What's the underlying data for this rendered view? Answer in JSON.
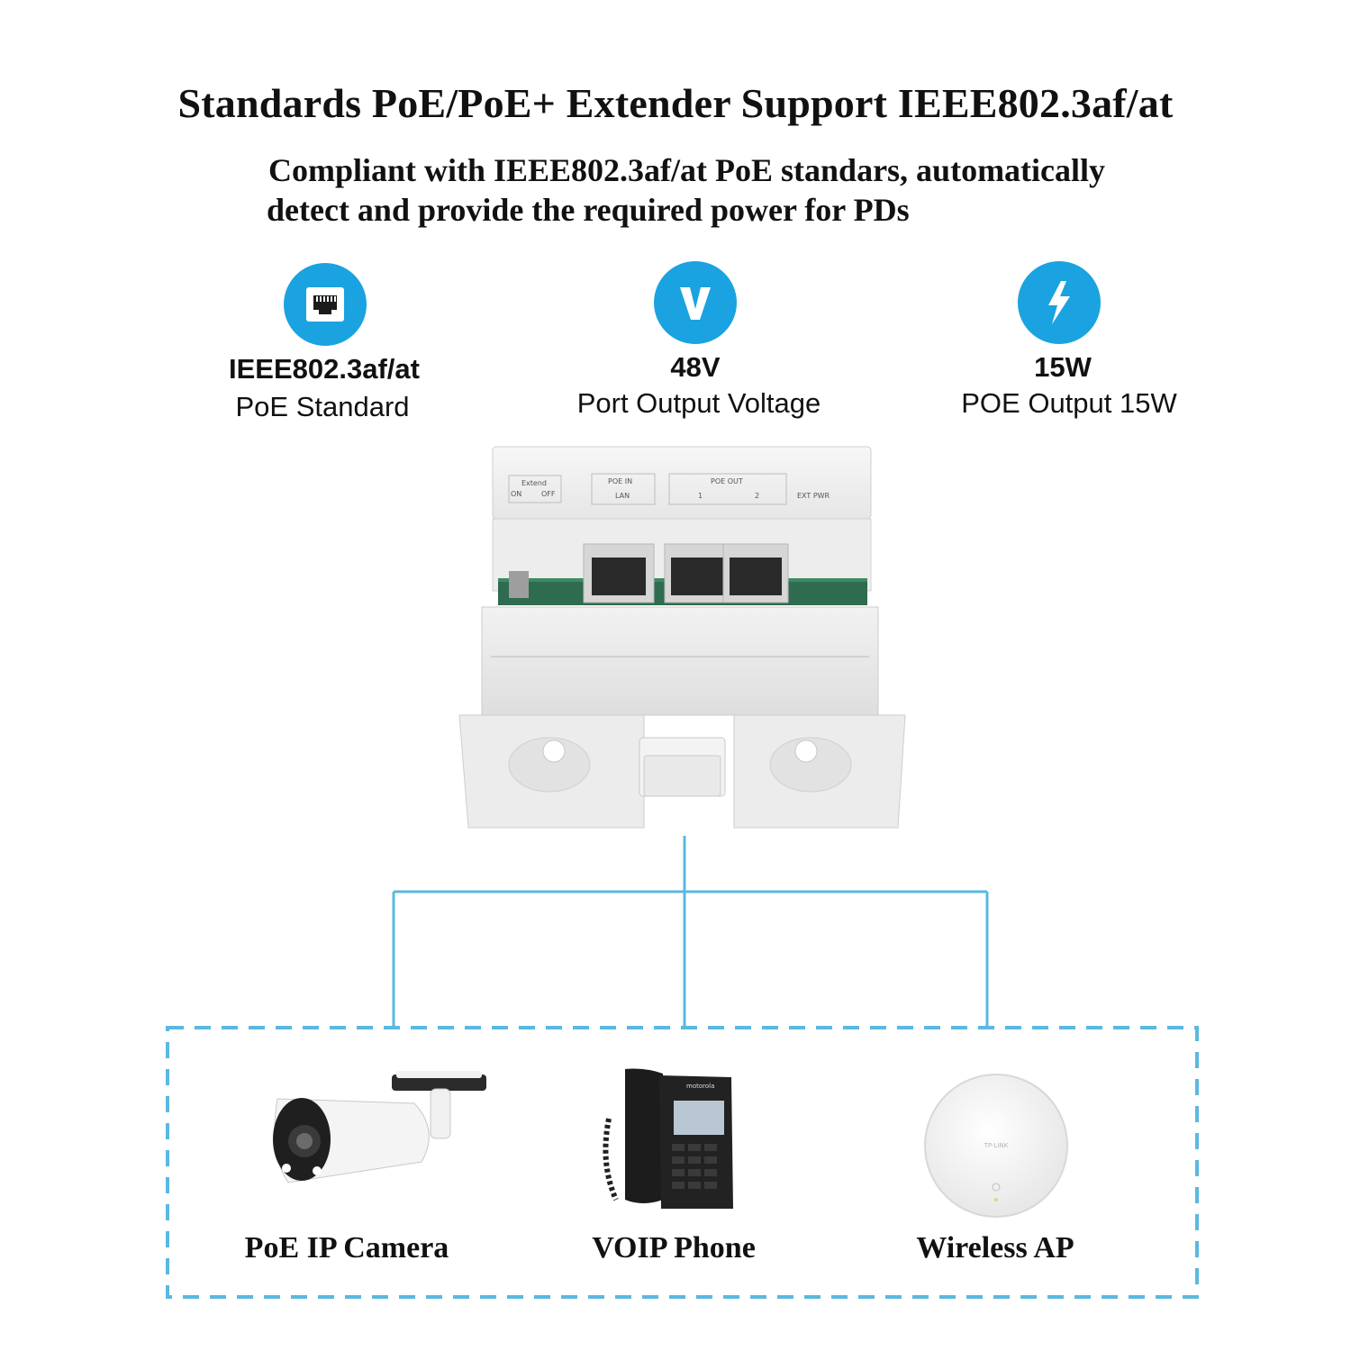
{
  "header": {
    "title": "Standards PoE/PoE+ Extender Support IEEE802.3af/at",
    "subtitle_line1": "Compliant with IEEE802.3af/at PoE standars, automatically",
    "subtitle_line2": "detect and provide the required power for PDs"
  },
  "features": [
    {
      "icon": "ethernet-port-icon",
      "heading": "IEEE802.3af/at",
      "desc": "PoE Standard"
    },
    {
      "icon": "voltage-v-icon",
      "heading": "48V",
      "desc": "Port Output Voltage"
    },
    {
      "icon": "lightning-bolt-icon",
      "heading": "15W",
      "desc": "POE Output 15W"
    }
  ],
  "device_panel": {
    "extend_label": "Extend",
    "on_label": "ON",
    "off_label": "OFF",
    "poe_in_label": "POE IN",
    "lan_label": "LAN",
    "poe_out_label": "POE OUT",
    "port1_label": "1",
    "port2_label": "2",
    "ext_pwr_label": "EXT PWR"
  },
  "devices": {
    "camera": {
      "label": "PoE IP Camera"
    },
    "phone": {
      "label": "VOIP Phone",
      "brand": "motorola"
    },
    "ap": {
      "label": "Wireless AP",
      "brand": "TP-LINK"
    }
  },
  "colors": {
    "accent": "#1aa3e0",
    "connector": "#5bb8e0",
    "dashed_border": "#5bb8e0"
  }
}
